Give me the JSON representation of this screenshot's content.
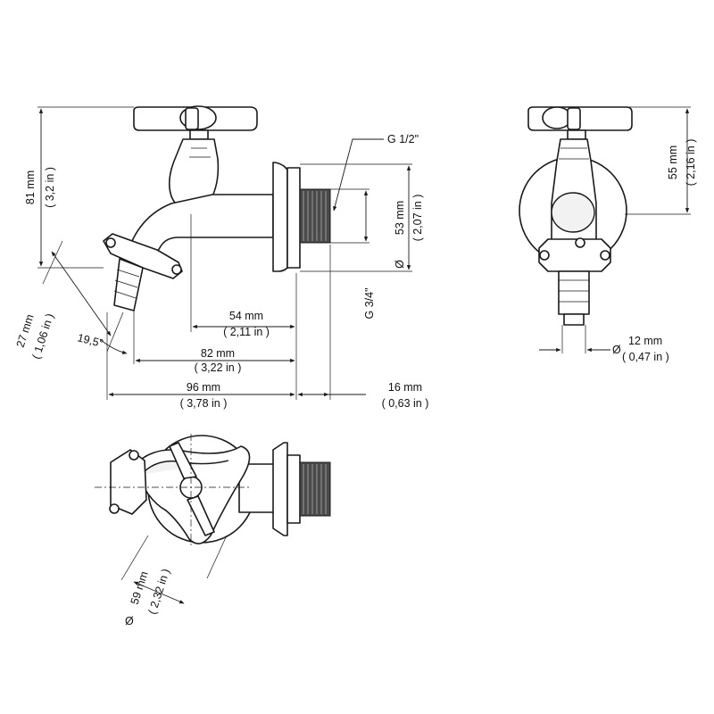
{
  "dimensions": {
    "height_81": {
      "mm": "81 mm",
      "in": "( 3,2 in )"
    },
    "g_half": "G 1/2\"",
    "height_53": {
      "mm": "53 mm",
      "in": "( 2,07 in )",
      "diameter_symbol": "Ø"
    },
    "g_three_quarter": "G 3/4\"",
    "width_54": {
      "mm": "54 mm",
      "in": "( 2,11 in )"
    },
    "angle": "19,5°",
    "width_82": {
      "mm": "82 mm",
      "in": "( 3,22 in )"
    },
    "width_96": {
      "mm": "96 mm",
      "in": "( 3,78 in )"
    },
    "width_16": {
      "mm": "16 mm",
      "in": "( 0,63 in )"
    },
    "length_27": {
      "mm": "27 mm",
      "in": "( 1,06 in )"
    },
    "height_55": {
      "mm": "55 mm",
      "in": "( 2,16 in )"
    },
    "diameter_12": {
      "symbol": "Ø",
      "mm": "12 mm",
      "in": "( 0,47 in )"
    },
    "diameter_59": {
      "symbol": "Ø",
      "mm": "59 mm",
      "in": "( 2,32 in )"
    }
  },
  "colors": {
    "line": "#1a1a1a",
    "thread": "#4a4a4a",
    "background": "#ffffff"
  }
}
